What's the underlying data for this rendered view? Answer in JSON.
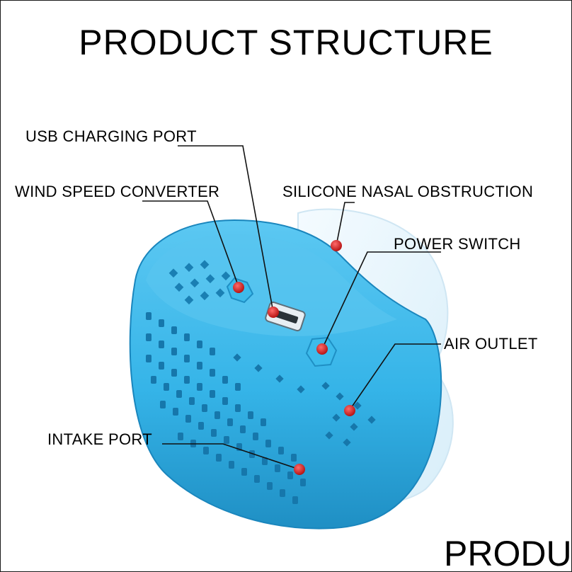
{
  "title": "PRODUCT STRUCTURE",
  "labels": {
    "usb_charging_port": "USB CHARGING PORT",
    "wind_speed_converter": "WIND SPEED CONVERTER",
    "silicone_nasal_obstruction": "SILICONE NASAL OBSTRUCTION",
    "power_switch": "POWER SWITCH",
    "air_outlet": "AIR OUTLET",
    "intake_port": "INTAKE PORT"
  },
  "next_section_title_cut": "PRODU",
  "colors": {
    "device_body": "#35b4e8",
    "device_shadow": "#1f8fc4",
    "marker": "#d11a1a",
    "leader_line": "#111111"
  }
}
